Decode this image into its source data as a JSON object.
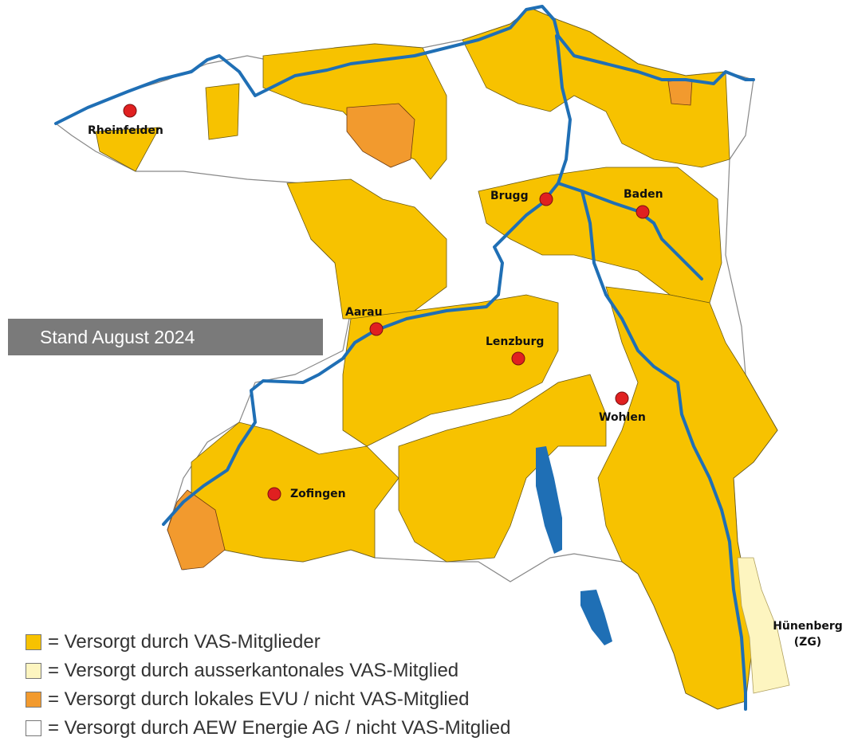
{
  "banner": {
    "text": "Stand August 2024"
  },
  "places": [
    {
      "id": "rheinfelden",
      "label": "Rheinfelden"
    },
    {
      "id": "brugg",
      "label": "Brugg"
    },
    {
      "id": "baden",
      "label": "Baden"
    },
    {
      "id": "aarau",
      "label": "Aarau"
    },
    {
      "id": "lenzburg",
      "label": "Lenzburg"
    },
    {
      "id": "wohlen",
      "label": "Wohlen"
    },
    {
      "id": "zofingen",
      "label": "Zofingen"
    }
  ],
  "hunenberg": {
    "name": "Hünenberg",
    "canton": "(ZG)"
  },
  "legend": [
    {
      "color": "#f7c200",
      "text": "= Versorgt durch VAS-Mitglieder"
    },
    {
      "color": "#fdf5c0",
      "text": "= Versorgt durch ausserkantonales VAS-Mitglied"
    },
    {
      "color": "#f29a2e",
      "text": "= Versorgt durch lokales EVU / nicht VAS-Mitglied"
    },
    {
      "color": "#ffffff",
      "text": "= Versorgt durch AEW Energie AG / nicht VAS-Mitglied"
    }
  ],
  "colors": {
    "vas_member": "#f7c200",
    "external_member": "#fdf5c0",
    "local_evu": "#f29a2e",
    "aew": "#ffffff",
    "river": "#1f6fb5",
    "town_marker": "#e02020"
  }
}
